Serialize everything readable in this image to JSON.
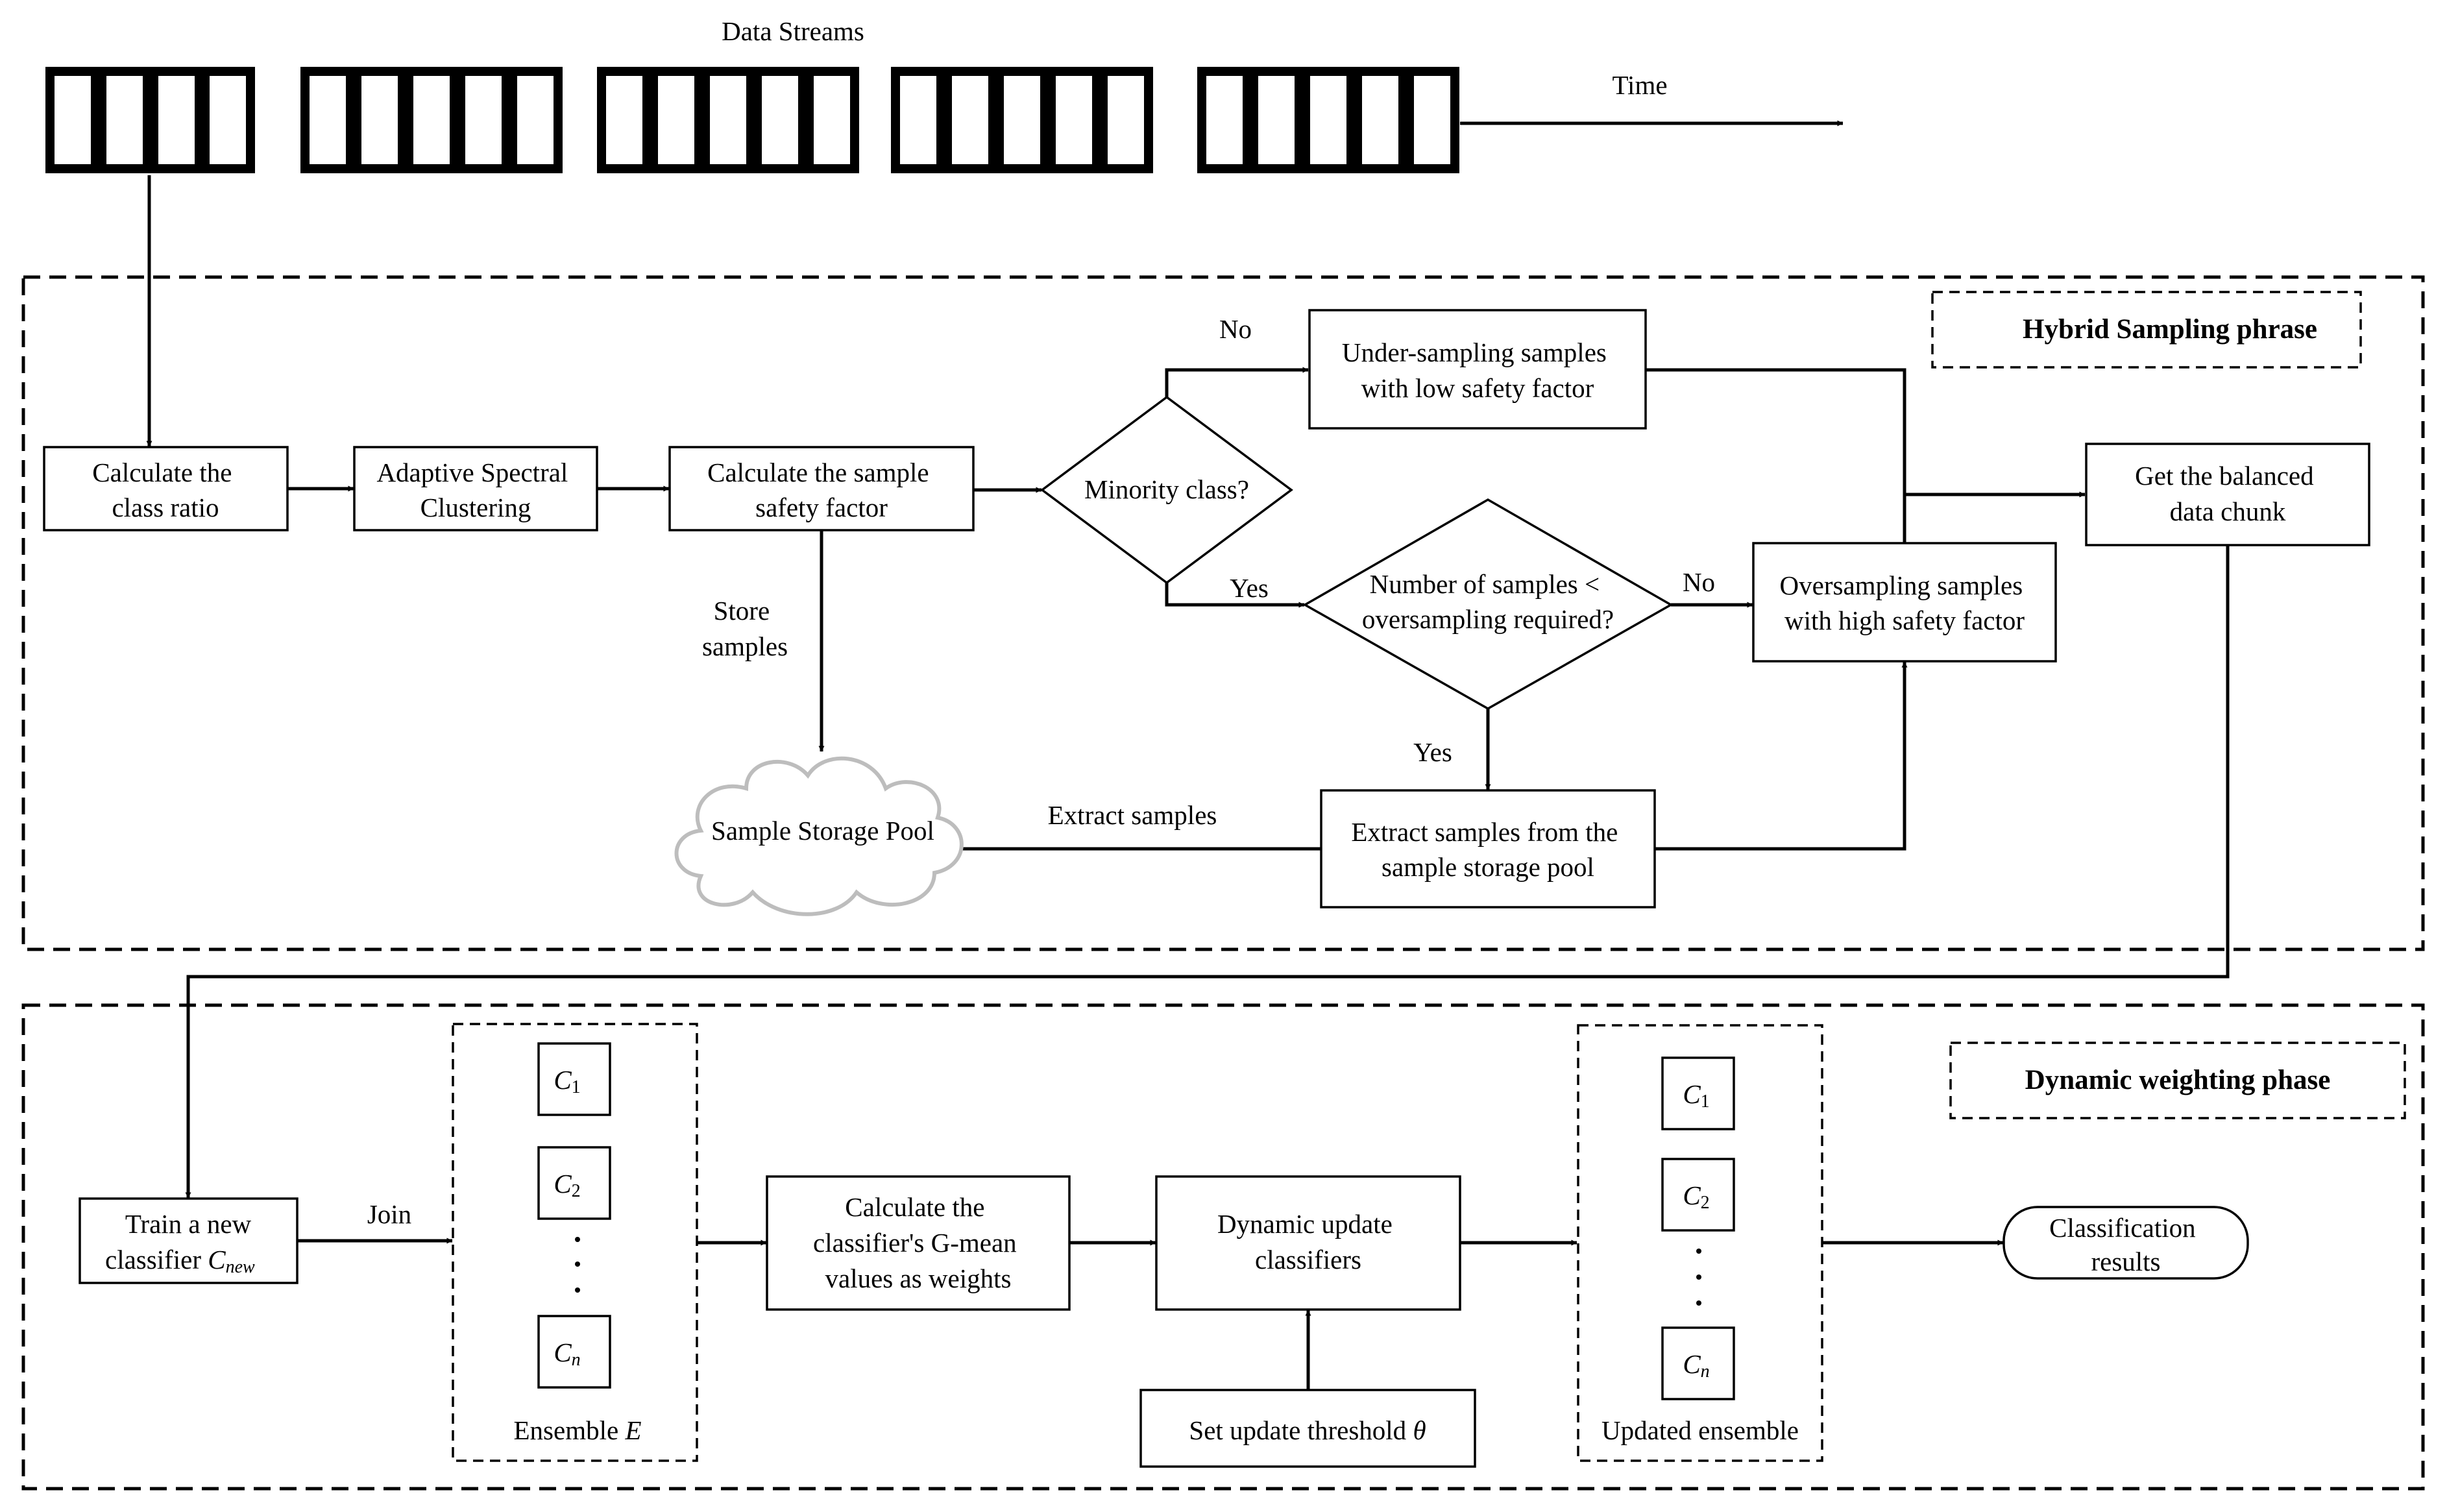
{
  "header": {
    "data_streams": "Data Streams",
    "time": "Time"
  },
  "hybrid_phase": {
    "title": "Hybrid Sampling phrase",
    "calc_ratio": [
      "Calculate the",
      "class ratio"
    ],
    "spectral": [
      "Adaptive Spectral",
      "Clustering"
    ],
    "safety": [
      "Calculate the sample",
      "safety factor"
    ],
    "minority": "Minority class?",
    "no_top": "No",
    "under": [
      "Under-sampling samples",
      "with low safety factor"
    ],
    "balanced": [
      "Get the balanced",
      "data chunk"
    ],
    "yes_mid": "Yes",
    "number": [
      "Number of samples <",
      "oversampling required?"
    ],
    "no_mid": "No",
    "over": [
      "Oversampling samples",
      "with high safety factor"
    ],
    "store": [
      "Store",
      "samples"
    ],
    "yes_low": "Yes",
    "pool": "Sample Storage Pool",
    "extract_label": "Extract samples",
    "extract_box": [
      "Extract samples from the",
      "sample storage pool"
    ]
  },
  "dynamic_phase": {
    "title": "Dynamic weighting phase",
    "train": [
      "Train a new",
      "classifier"
    ],
    "c_new_main": "C",
    "c_new_sub": "new",
    "join": "Join",
    "c1_main": "C",
    "c1_sub": "1",
    "c2_main": "C",
    "c2_sub": "2",
    "cn_main": "C",
    "cn_sub": "n",
    "ensemble": "Ensemble",
    "ensemble_var": "E",
    "gmean": [
      "Calculate the",
      "classifier's G-mean",
      "values as weights"
    ],
    "dyn_update": [
      "Dynamic update",
      "classifiers"
    ],
    "threshold": "Set update threshold",
    "theta": "θ",
    "updated": "Updated ensemble",
    "results": [
      "Classification",
      "results"
    ]
  }
}
